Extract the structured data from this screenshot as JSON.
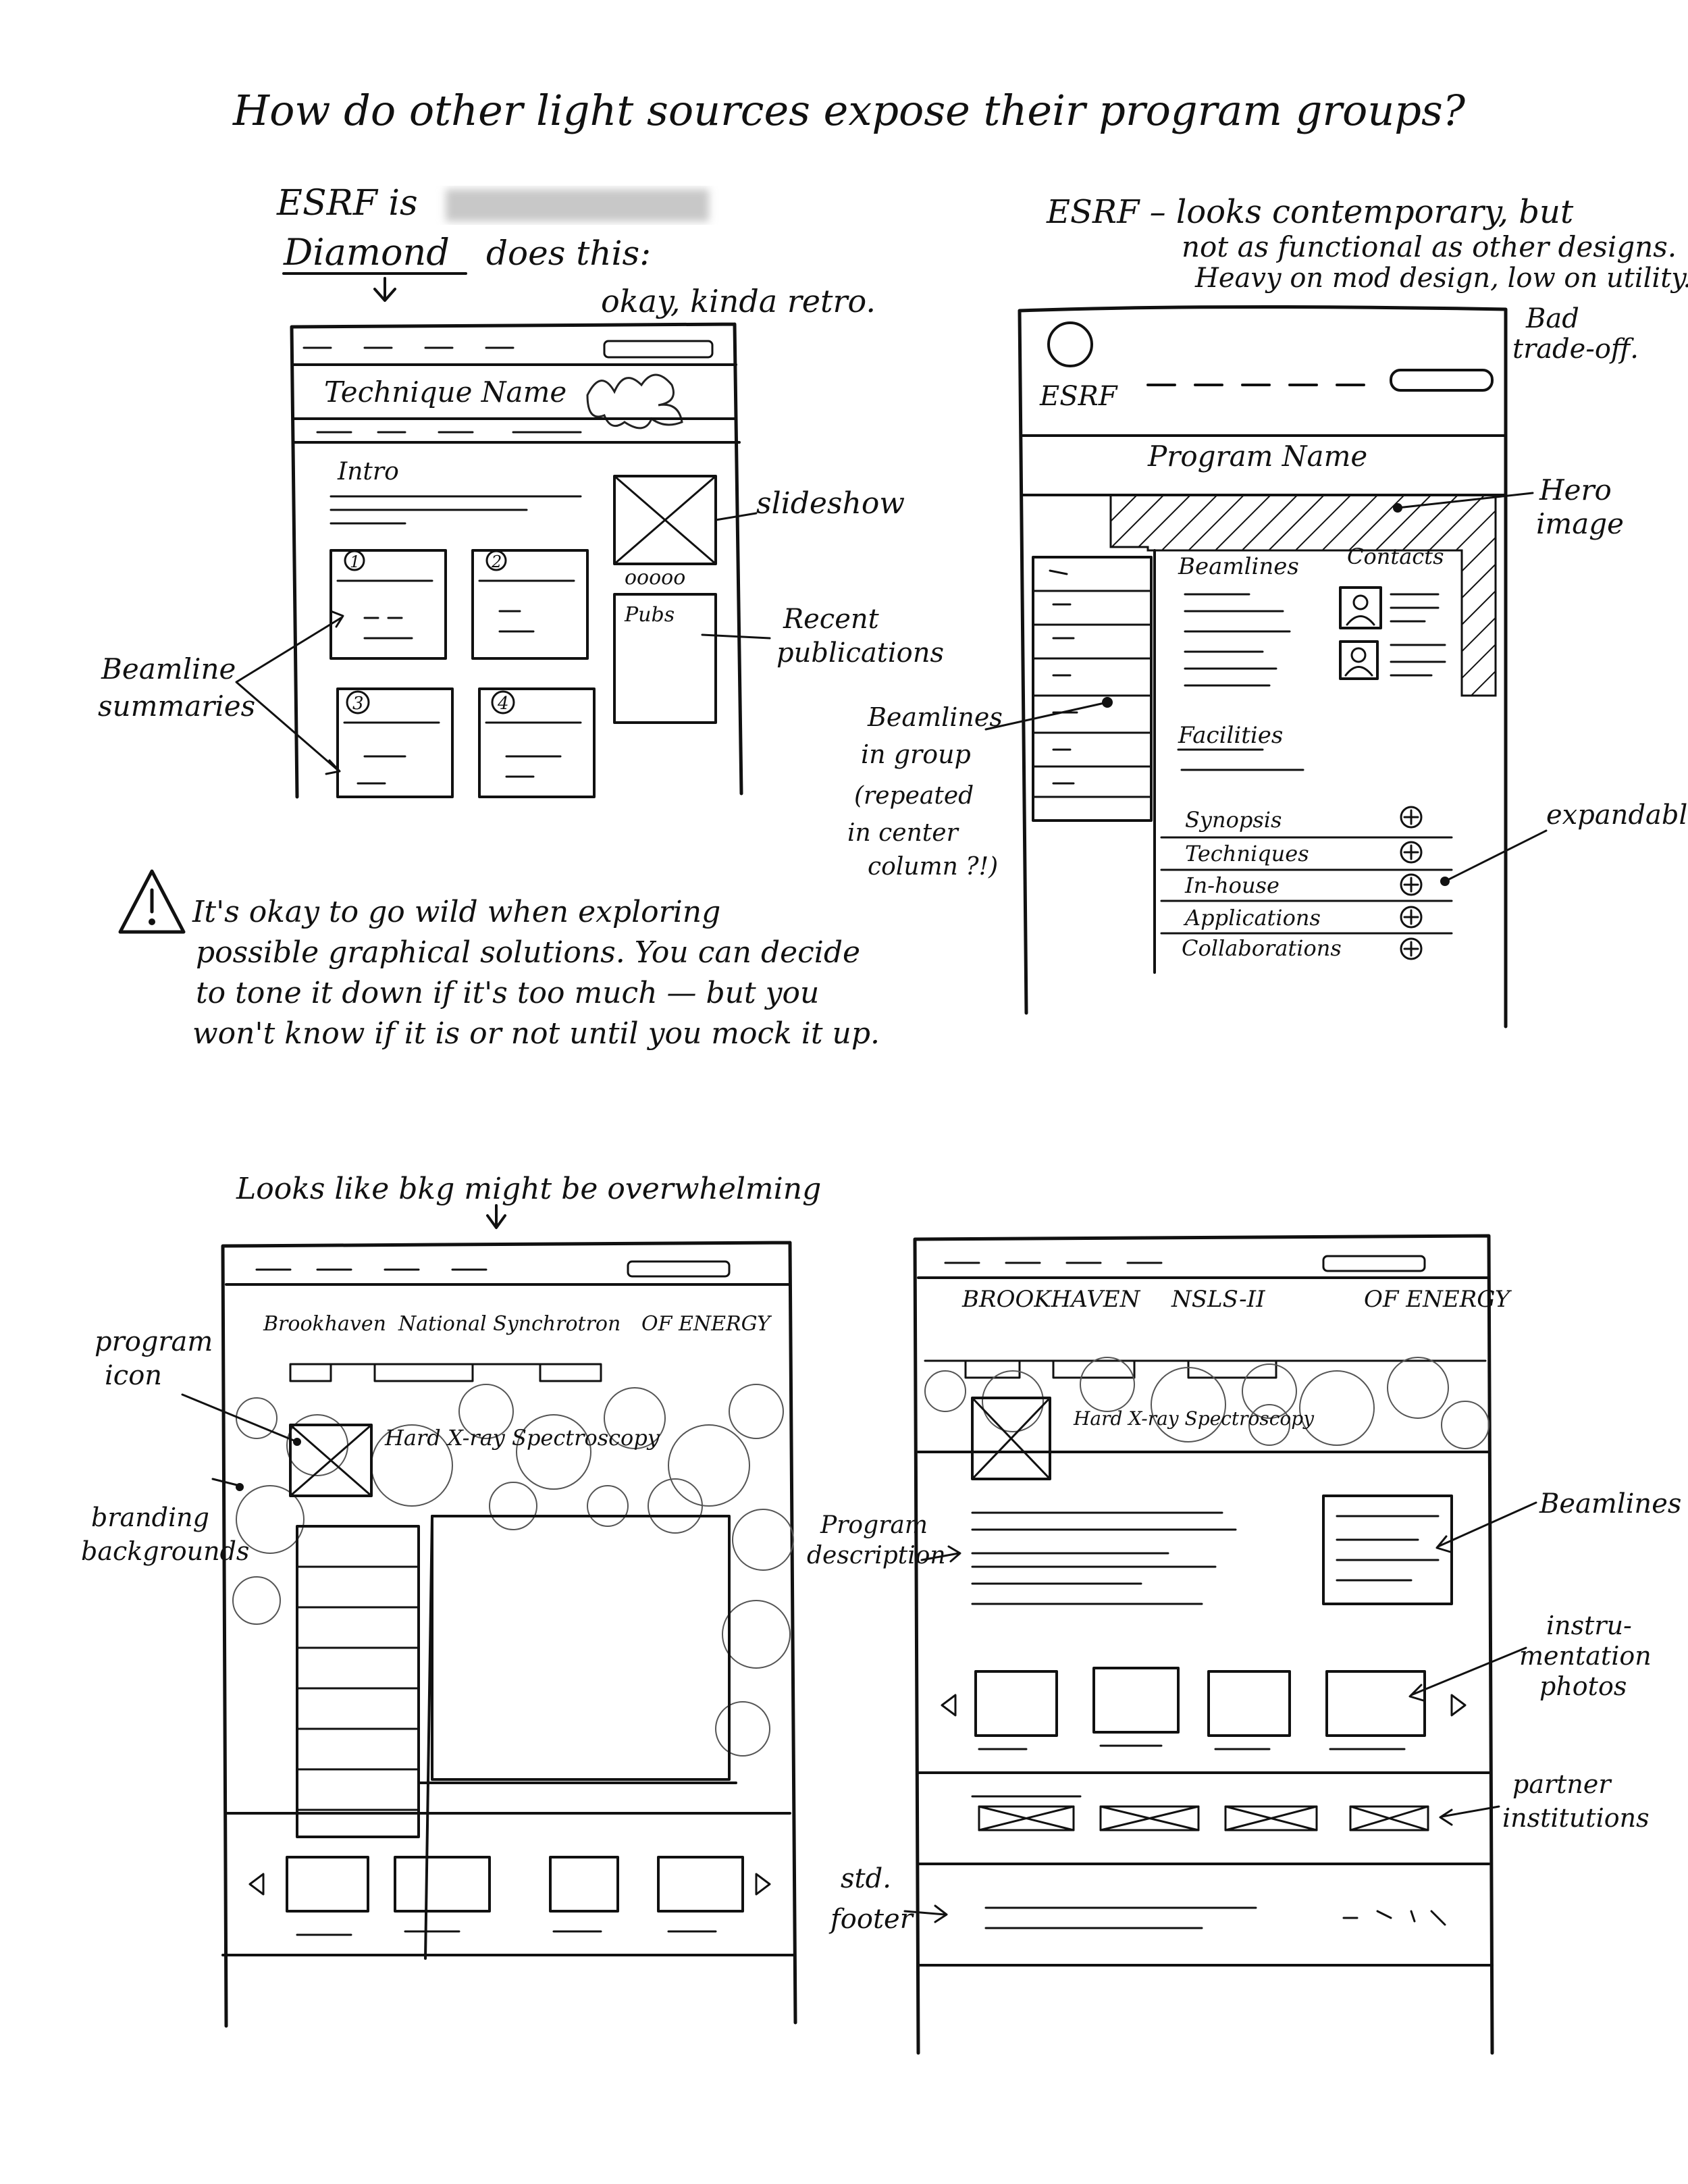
{
  "title": "How do other light sources expose their program groups?",
  "esrf_intro": "ESRF is",
  "diamond": {
    "heading_link": "Diamond",
    "heading_rest": "does this:",
    "remark": "okay, kinda retro.",
    "technique_name": "Technique Name",
    "intro_label": "Intro",
    "pubs_label": "Pubs",
    "dots_label": "ooooo",
    "card_numbers": [
      "1",
      "2",
      "3",
      "4"
    ],
    "annotations": {
      "slideshow": "slideshow",
      "recent_publications_1": "Recent",
      "recent_publications_2": "publications",
      "beamline_summaries_1": "Beamline",
      "beamline_summaries_2": "summaries"
    }
  },
  "esrf": {
    "comment_1": "ESRF – looks contemporary, but",
    "comment_2": "not as functional as other designs.",
    "comment_3": "Heavy on mod design, low on utility.",
    "comment_4": "Bad",
    "comment_5": "trade-off.",
    "logo_label": "ESRF",
    "program_name": "Program Name",
    "beamlines_label": "Beamlines",
    "contacts_label": "Contacts",
    "facilities_label": "Facilities",
    "expandable_items": [
      "Synopsis",
      "Techniques",
      "In-house",
      "Applications",
      "Collaborations"
    ],
    "annotations": {
      "hero_1": "Hero",
      "hero_2": "image",
      "beamlines_group_1": "Beamlines",
      "beamlines_group_2": "in group",
      "beamlines_group_3": "(repeated",
      "beamlines_group_4": "in center",
      "beamlines_group_5": "column ?!)",
      "expandable": "expandable"
    }
  },
  "warning": {
    "line_1": "It's okay to go wild when exploring",
    "line_2": "possible graphical solutions. You can decide",
    "line_3": "to tone it down if it's too much — but you",
    "line_4": "won't know if it is or not until you mock it up."
  },
  "mockup_a": {
    "remark": "Looks like bkg might be overwhelming",
    "nav_left": "Brookhaven",
    "nav_mid": "National Synchrotron",
    "nav_right": "OF ENERGY",
    "program_title": "Hard X-ray Spectroscopy",
    "annotations": {
      "program_icon_1": "program",
      "program_icon_2": "icon",
      "branding_1": "branding",
      "branding_2": "backgrounds"
    }
  },
  "mockup_b": {
    "nav_left": "BROOKHAVEN",
    "nav_mid": "NSLS-II",
    "nav_right": "OF ENERGY",
    "program_title": "Hard X-ray Spectroscopy",
    "annotations": {
      "program_description_1": "Program",
      "program_description_2": "description",
      "beamlines": "Beamlines",
      "instrumentation_1": "instru-",
      "instrumentation_2": "mentation",
      "instrumentation_3": "photos",
      "partner_1": "partner",
      "partner_2": "institutions",
      "footer_1": "std.",
      "footer_2": "footer"
    }
  },
  "colors": {
    "ink": "#111111",
    "paper": "#ffffff",
    "blur": "#c8c8c8"
  }
}
